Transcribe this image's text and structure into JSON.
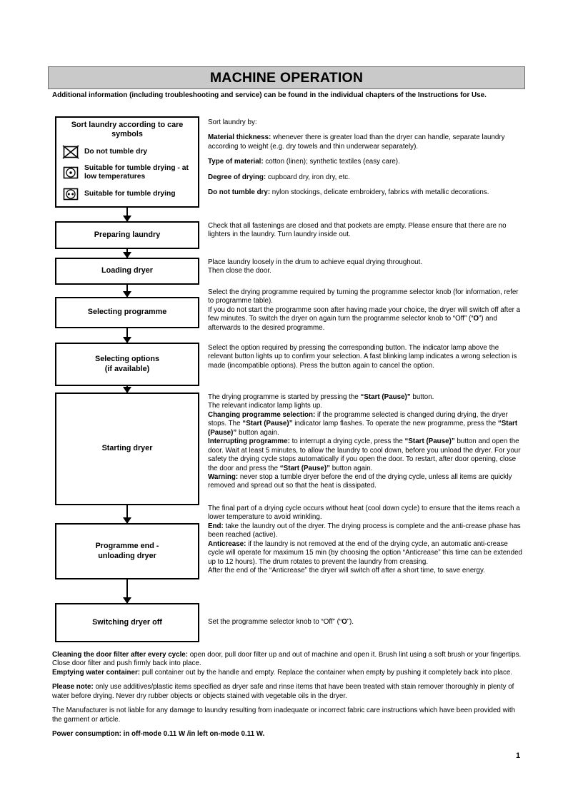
{
  "header": {
    "title": "MACHINE OPERATION",
    "bar_color": "#c9c9c9",
    "border_color": "#6d6d6d"
  },
  "intro_note": "Additional information (including troubleshooting and service) can be found in the individual chapters of the Instructions for Use.",
  "flow": {
    "care_box": {
      "title": "Sort laundry according to care symbols",
      "rows": [
        {
          "icon": "do-not-tumble-dry-symbol",
          "label": "Do not tumble dry"
        },
        {
          "icon": "tumble-dry-low-temperature-symbol",
          "label": "Suitable for tumble drying - at low temperatures"
        },
        {
          "icon": "tumble-dry-symbol",
          "label": "Suitable for tumble drying"
        }
      ]
    },
    "steps": [
      {
        "label": "Preparing laundry"
      },
      {
        "label": "Loading dryer"
      },
      {
        "label": "Selecting programme"
      },
      {
        "label": "Selecting options\n(if available)"
      },
      {
        "label": "Starting dryer"
      },
      {
        "label": "Programme end -\nunloading dryer"
      },
      {
        "label": "Switching dryer off"
      }
    ]
  },
  "descriptions": {
    "sort_laundry": {
      "intro": "Sort laundry by:",
      "items": [
        {
          "term": "Material thickness:",
          "text": " whenever there is greater load than the dryer can handle, separate laundry according to weight (e.g. dry towels and thin underwear separately)."
        },
        {
          "term": "Type of material:",
          "text": " cotton (linen); synthetic textiles (easy care)."
        },
        {
          "term": "Degree of drying:",
          "text": " cupboard dry, iron dry, etc."
        },
        {
          "term": "Do not tumble dry:",
          "text": " nylon stockings, delicate embroidery, fabrics with metallic decorations."
        }
      ]
    },
    "preparing_laundry": "Check that all fastenings are closed and that pockets are empty. Please ensure that there are no lighters in the laundry. Turn laundry inside out.",
    "loading_dryer": "Place laundry loosely in the drum to achieve equal drying throughout.\nThen close the door.",
    "selecting_programme_line1": "Select the drying programme required by turning the programme selector knob (for information, refer to programme table).",
    "selecting_programme_line2_a": "If you do not start the programme soon after having made your choice, the dryer will switch off after a few minutes. To switch the dryer on again turn the programme selector knob to “Off” (“",
    "selecting_programme_line2_bold": "O",
    "selecting_programme_line2_b": "”) and afterwards to the desired programme.",
    "selecting_options": "Select the option required by pressing the corresponding button. The indicator lamp above the relevant button lights up to confirm your selection. A fast blinking lamp indicates a wrong selection is made (incompatible options). Press the button again to cancel the option.",
    "starting_dryer": {
      "p1_a": "The drying programme is started by pressing the ",
      "p1_bold": "“Start (Pause)”",
      "p1_b": " button.\nThe relevant indicator lamp lights up.",
      "p2_term": "Changing programme selection:",
      "p2_a": " if the programme selected is changed during drying, the dryer stops. The ",
      "p2_bold1": "“Start (Pause)”",
      "p2_b": " indicator lamp flashes. To operate the new programme, press the ",
      "p2_bold2": "“Start (Pause)”",
      "p2_c": " button again.",
      "p3_term": "Interrupting programme:",
      "p3_a": " to interrupt a drying cycle, press the ",
      "p3_bold1": "“Start (Pause)”",
      "p3_b": " button and open the door. Wait at least 5 minutes, to allow the laundry to cool down, before you unload the dryer. For your safety the drying cycle stops automatically if you open the door. To restart, after door opening, close the door and press the ",
      "p3_bold2": "“Start (Pause)”",
      "p3_c": " button again.",
      "p4_term": "Warning:",
      "p4_text": " never stop a tumble dryer before the end of the drying cycle, unless all items are quickly removed and spread out so that the heat is dissipated."
    },
    "programme_end": {
      "p1": "The final part of a drying cycle occurs without heat (cool down cycle) to ensure that the items reach a lower temperature to avoid wrinkling.",
      "p2_term": "End:",
      "p2_text": " take the laundry out of the dryer. The drying process is complete and the anti-crease phase has been reached (active).",
      "p3_term": "Anticrease:",
      "p3_text": " if the laundry is not removed at the end of the drying cycle, an automatic anti-crease cycle will operate for maximum 15 min (by choosing the option “Anticrease” this time can be extended up to 12 hours). The drum rotates to prevent the laundry from creasing.",
      "p4": "After the end of the “Anticrease” the dryer will switch off after a short time, to save energy."
    },
    "switching_off_a": "Set the programme selector knob to “Off” (“",
    "switching_off_bold": "O",
    "switching_off_b": "”)."
  },
  "bottom": {
    "cleaning_term": "Cleaning the door filter after every cycle:",
    "cleaning_text": " open door, pull door filter up and out of machine and open it. Brush lint using a soft brush or your fingertips. Close door filter and push firmly back into place.",
    "emptying_term": "Emptying water container:",
    "emptying_text": " pull container out by the handle and empty. Replace the container when empty by pushing it completely back into place.",
    "note_term": "Please note:",
    "note_text": " only use additives/plastic items specified as dryer safe and rinse items that have been treated with stain remover thoroughly in plenty of water before drying. Never dry rubber objects or objects stained with vegetable oils in the dryer.",
    "liability": "The Manufacturer is not liable for any damage to laundry resulting from inadequate or incorrect fabric care instructions which have been provided with the garment or article.",
    "power": "Power consumption: in off-mode 0.11 W /in left on-mode 0.11 W."
  },
  "page_number": "1"
}
